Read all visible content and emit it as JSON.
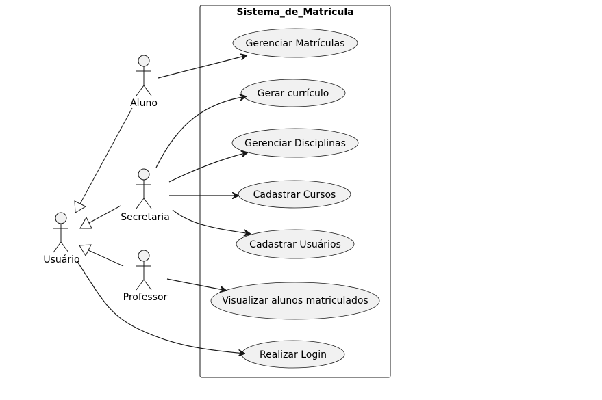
{
  "system": {
    "title": "Sistema_de_Matricula"
  },
  "actors": {
    "aluno": "Aluno",
    "secretaria": "Secretaria",
    "usuario": "Usuário",
    "professor": "Professor"
  },
  "use_cases": {
    "gerenciar_matriculas": "Gerenciar Matrículas",
    "gerar_curriculo": "Gerar currículo",
    "gerenciar_disciplinas": "Gerenciar Disciplinas",
    "cadastrar_cursos": "Cadastrar Cursos",
    "cadastrar_usuarios": "Cadastrar Usuários",
    "visualizar_alunos": "Visualizar alunos matriculados",
    "realizar_login": "Realizar Login"
  }
}
